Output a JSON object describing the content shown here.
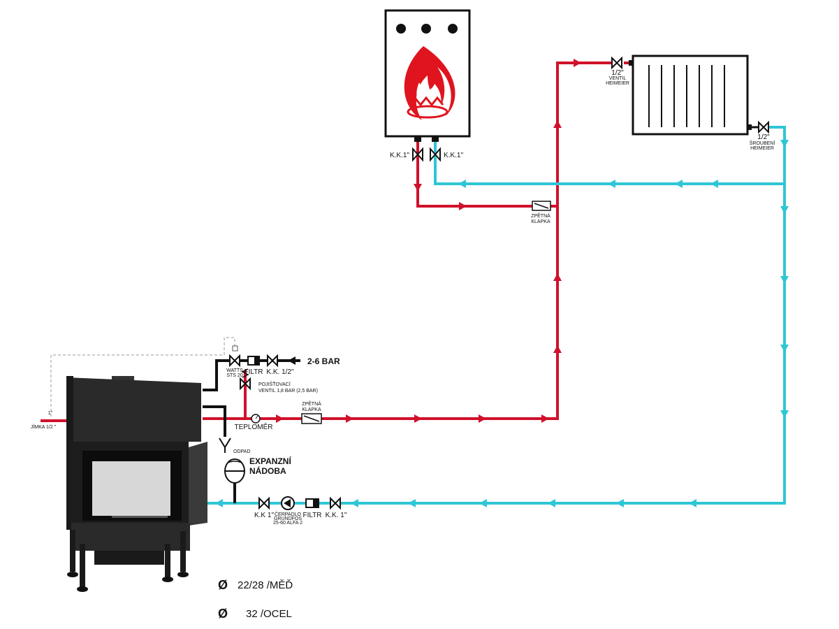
{
  "colors": {
    "supply": "#d0112b",
    "return": "#2fc6d4",
    "cold": "#111111",
    "dashed": "#999999"
  },
  "boiler": {
    "valve_left_label": "K.K.1\"",
    "valve_right_label": "K.K.1\""
  },
  "radiator": {
    "inlet_valve_label": "1/2\"",
    "inlet_valve_sub1": "VENTIL",
    "inlet_valve_sub2": "HEIMEIER",
    "outlet_valve_label": "1/2\"",
    "outlet_valve_sub1": "ŠROUBENÍ",
    "outlet_valve_sub2": "HEIMEIER"
  },
  "check_valve_top": {
    "line1": "ZPĚTNÁ",
    "line2": "KLAPKA"
  },
  "fireplace": {
    "sensor_top": "1\"",
    "sensor_label": "JÍMKA 1/2 \""
  },
  "cold_water": {
    "watts_line1": "WATTS",
    "watts_line2": "STS 20",
    "filter_label": "FILTR",
    "valve_label": "K.K. 1/2\"",
    "pressure_label": "2-6 BAR"
  },
  "safety_valve": {
    "line1": "POJIŠŤOVACÍ",
    "line2": "VENTIL 1,8 BAR (2,5 BAR)"
  },
  "thermometer": {
    "label": "TEPLOMĚR"
  },
  "check_valve_supply": {
    "line1": "ZPĚTNÁ",
    "line2": "KLAPKA"
  },
  "drain": {
    "label": "ODPAD"
  },
  "expansion": {
    "line1": "EXPANZNÍ",
    "line2": "NÁDOBA"
  },
  "return_line": {
    "valve1_label": "K.K 1\"",
    "pump_line1": "ČERPADLO",
    "pump_line2": "GRUNDFOS",
    "pump_line3": "25-60 ALFA 2",
    "filter_label": "FILTR",
    "valve2_label": "K.K. 1\""
  },
  "legend": {
    "item1_symbol": "Ø",
    "item1_text": "22/28 /MĚĎ",
    "item2_symbol": "Ø",
    "item2_text": "32 /OCEL"
  }
}
